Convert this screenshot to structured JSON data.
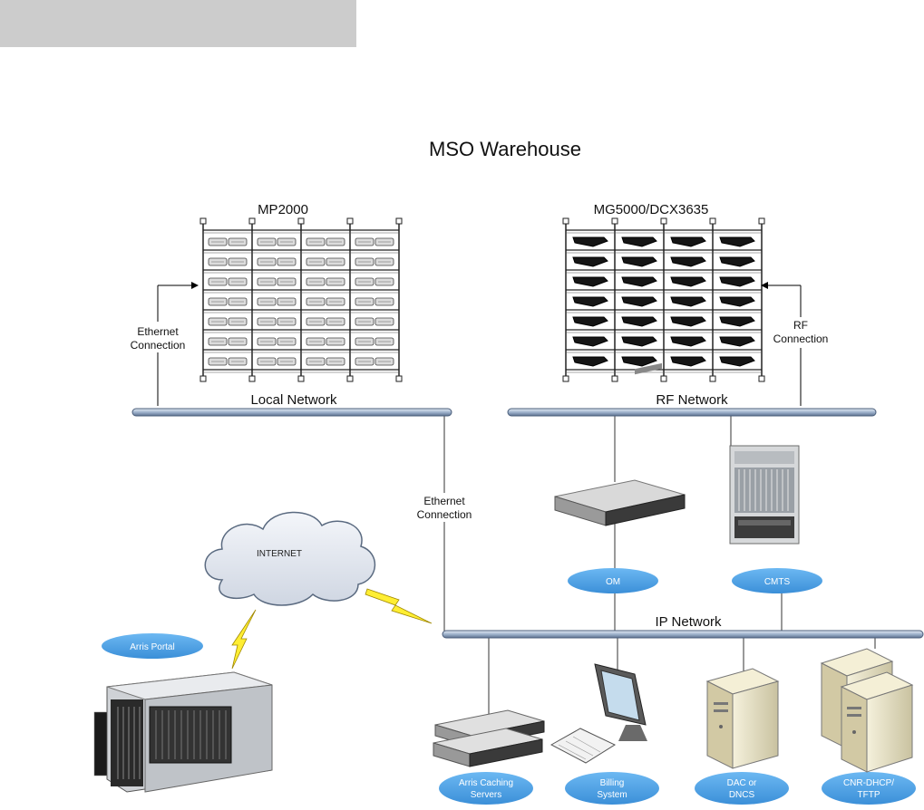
{
  "title": "MSO Warehouse",
  "racks": {
    "left": "MP2000",
    "right": "MG5000/DCX3635"
  },
  "networks": {
    "local": "Local Network",
    "rf": "RF Network",
    "ip": "IP Network"
  },
  "connections": {
    "ethernet_left": [
      "Ethernet",
      "Connection"
    ],
    "ethernet_center": [
      "Ethernet",
      "Connection"
    ],
    "rf": [
      "RF",
      "Connection"
    ]
  },
  "cloud": "INTERNET",
  "nodes": {
    "om": "OM",
    "cmts": "CMTS",
    "arris_portal": "Arris Portal",
    "caching": [
      "Arris Caching",
      "Servers"
    ],
    "billing": [
      "Billing",
      "System"
    ],
    "dac": [
      "DAC or",
      "DNCS"
    ],
    "cnr": [
      "CNR-DHCP/",
      "TFTP"
    ]
  },
  "colors": {
    "oval": "#4da3e8",
    "bus": "#b8c8dc",
    "header_box": "#cccccc"
  }
}
